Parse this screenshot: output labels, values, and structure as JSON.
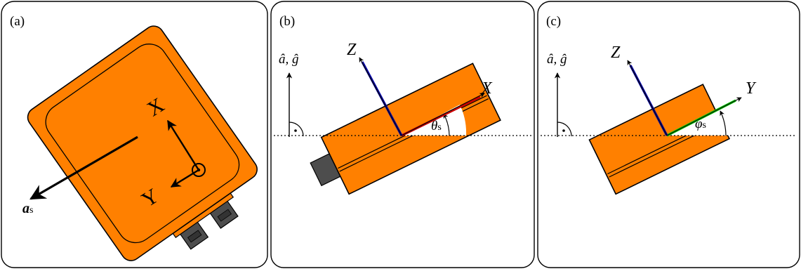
{
  "panels": {
    "a": {
      "tag": "(a)",
      "axis_x": "X",
      "axis_y": "Y",
      "accel_symbol": "a",
      "accel_subscript": "s"
    },
    "b": {
      "tag": "(b)",
      "gravity_label": "â, ĝ",
      "axis_z": "Z",
      "axis_x": "X",
      "angle_symbol": "θ",
      "angle_subscript": "s"
    },
    "c": {
      "tag": "(c)",
      "gravity_label": "â, ĝ",
      "axis_z": "Z",
      "axis_y": "Y",
      "angle_symbol": "φ",
      "angle_subscript": "s"
    }
  },
  "colors": {
    "sensor_body": "#ff8000",
    "connector": "#4d4d4d",
    "axis_z": "#0000aa",
    "axis_x": "#cc0000",
    "axis_y": "#00cc00",
    "outline": "#000000"
  }
}
